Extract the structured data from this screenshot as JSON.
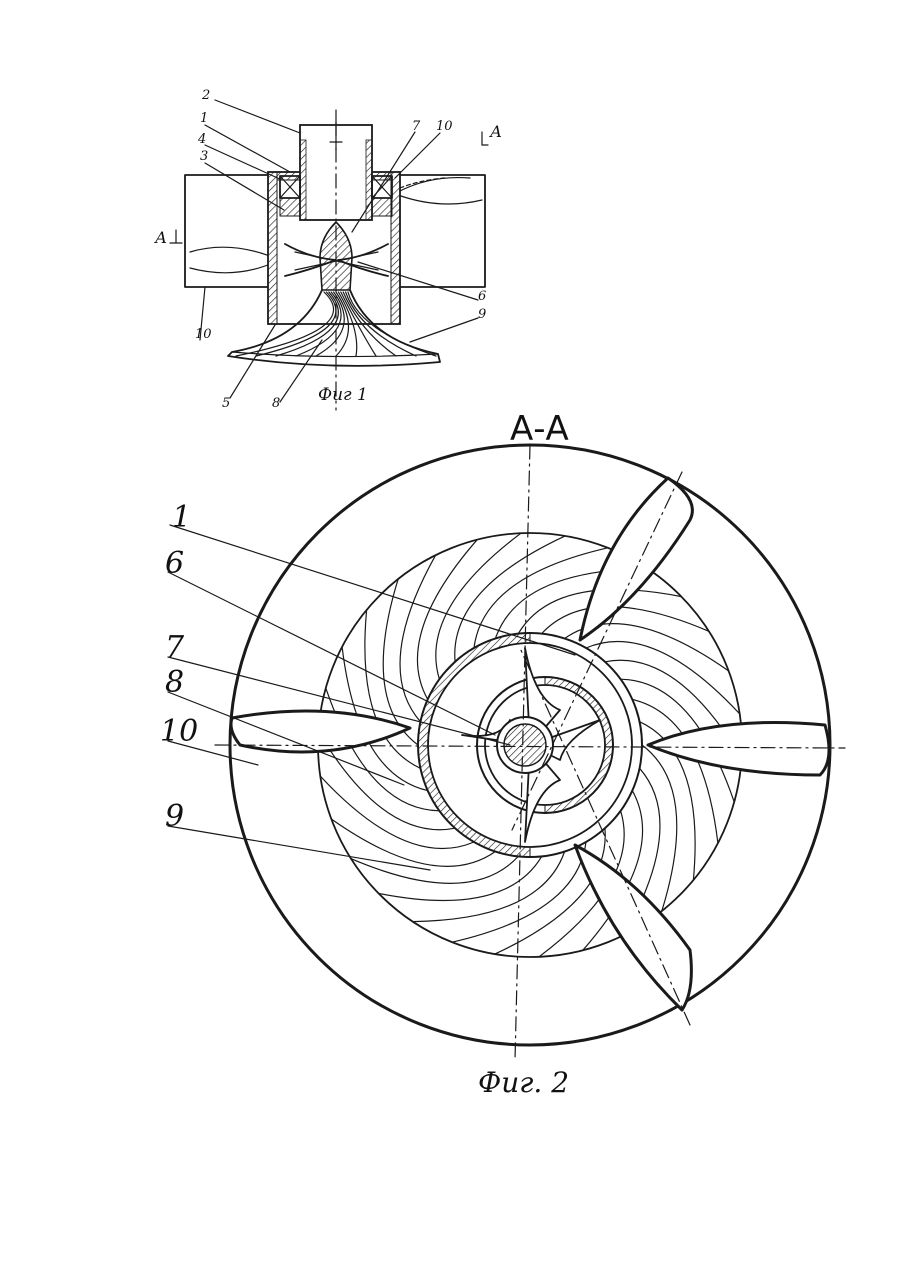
{
  "figure1": {
    "caption": "Фиг 1",
    "section_mark": "А",
    "labels": [
      "2",
      "1",
      "4",
      "3",
      "7",
      "10",
      "10",
      "6",
      "9",
      "5",
      "8"
    ]
  },
  "figure2": {
    "section_title": "А-А",
    "caption": "Фиг. 2",
    "labels": [
      "1",
      "6",
      "7",
      "8",
      "10",
      "9"
    ]
  }
}
